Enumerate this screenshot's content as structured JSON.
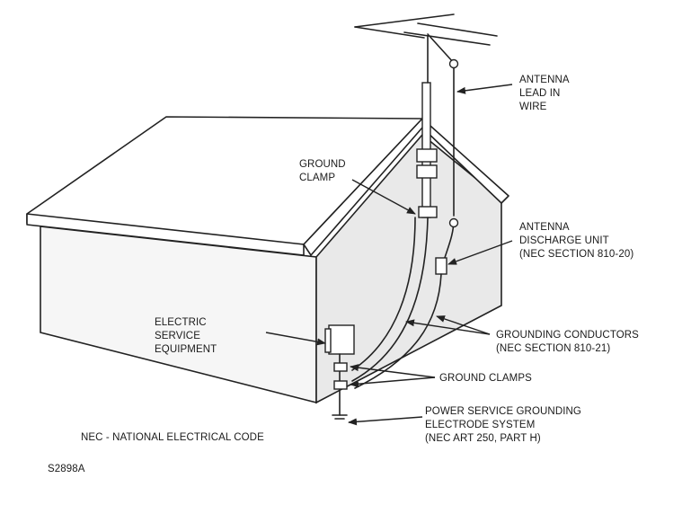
{
  "labels": {
    "antenna_lead_in_wire": "ANTENNA\nLEAD IN\nWIRE",
    "ground_clamp": "GROUND\nCLAMP",
    "antenna_discharge_unit": "ANTENNA\nDISCHARGE UNIT\n(NEC SECTION 810-20)",
    "electric_service_equipment": "ELECTRIC\nSERVICE\nEQUIPMENT",
    "grounding_conductors": "GROUNDING CONDUCTORS\n(NEC SECTION 810-21)",
    "ground_clamps": "GROUND CLAMPS",
    "power_service_grounding": "POWER SERVICE GROUNDING\nELECTRODE SYSTEM\n(NEC ART 250, PART H)",
    "nec_note": "NEC - NATIONAL ELECTRICAL CODE",
    "figure_code": "S2898A"
  }
}
